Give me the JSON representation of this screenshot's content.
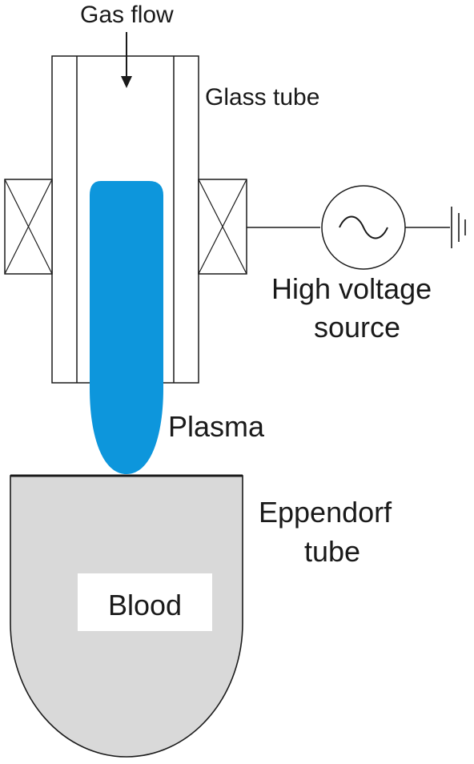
{
  "labels": {
    "gas_flow": "Gas flow",
    "glass_tube": "Glass tube",
    "high_voltage_line1": "High voltage",
    "high_voltage_line2": "source",
    "plasma": "Plasma",
    "eppendorf_line1": "Eppendorf",
    "eppendorf_line2": "tube",
    "blood": "Blood"
  },
  "colors": {
    "plasma": "#0d96dc",
    "liquid": "#d9d9d9",
    "stroke": "#1a1a1a",
    "background": "#ffffff"
  },
  "icons": {
    "ac_source": "sine-wave-icon",
    "ground": "ground-icon",
    "electrode": "crossed-box-icon",
    "flow_arrow": "arrow-down-icon"
  }
}
